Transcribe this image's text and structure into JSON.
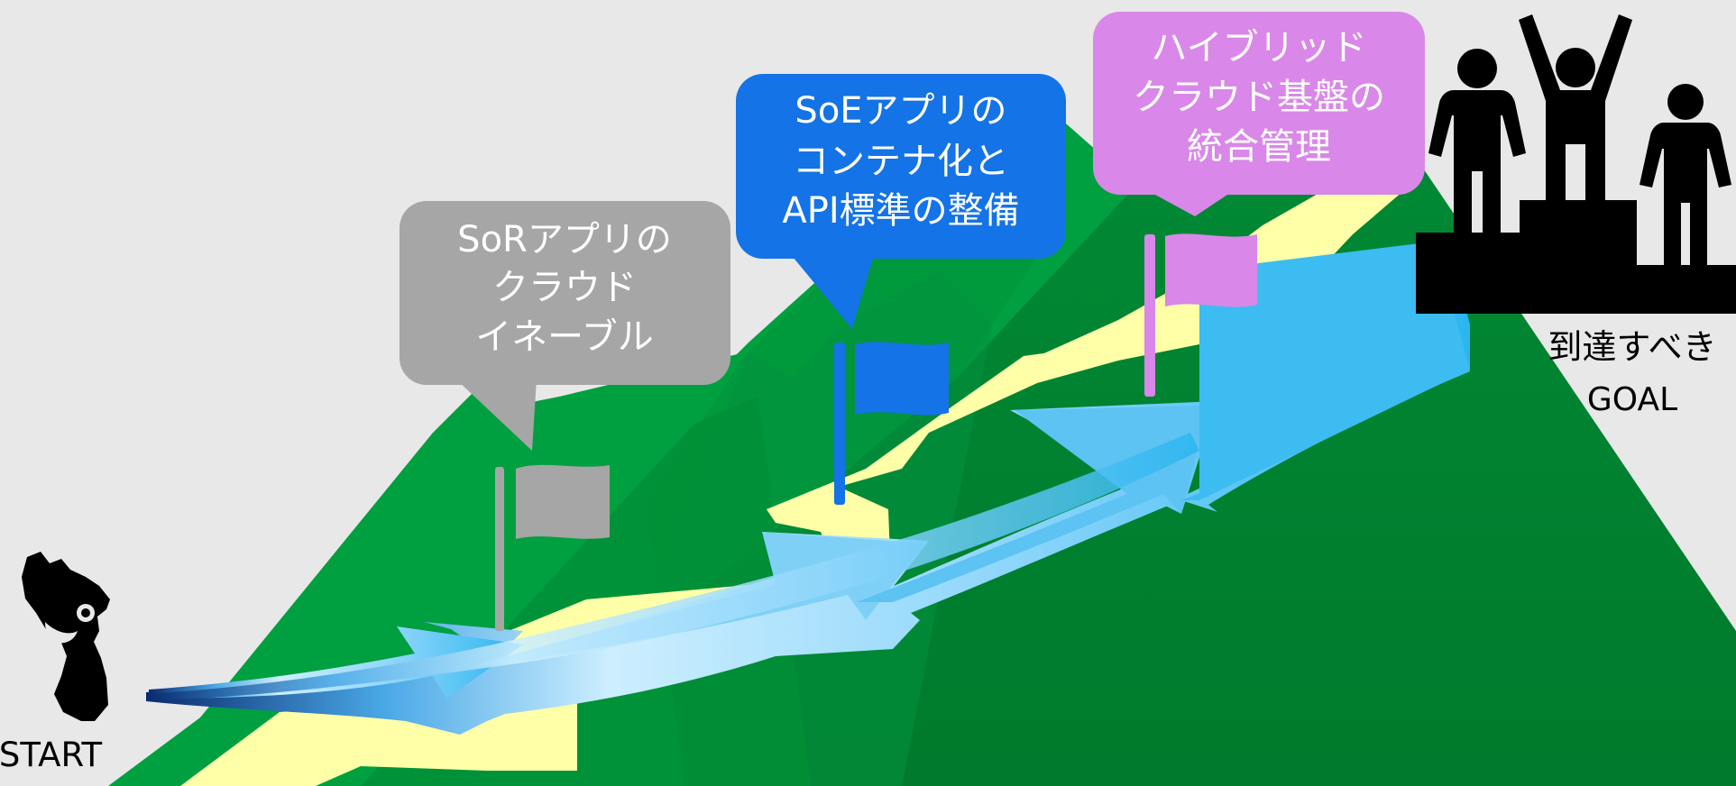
{
  "start": {
    "label": "START"
  },
  "goal": {
    "line1": "到達すべき",
    "line2": "GOAL"
  },
  "milestones": [
    {
      "lines": [
        "SoRアプリの",
        "クラウド",
        "イネーブル"
      ],
      "color": "#a6a6a6"
    },
    {
      "lines": [
        "SoEアプリの",
        "コンテナ化と",
        "API標準の整備"
      ],
      "color": "#1473e6"
    },
    {
      "lines": [
        "ハイブリッド",
        "クラウド基盤の",
        "統合管理"
      ],
      "color": "#d987e8"
    }
  ],
  "colors": {
    "background": "#e8e8e8",
    "mountain_light": "#00a040",
    "mountain_dark": "#00802f",
    "path": "#ffffa8",
    "arrow_light": "#cdeefe",
    "arrow_dark": "#2bb5ef",
    "podium": "#000000"
  }
}
